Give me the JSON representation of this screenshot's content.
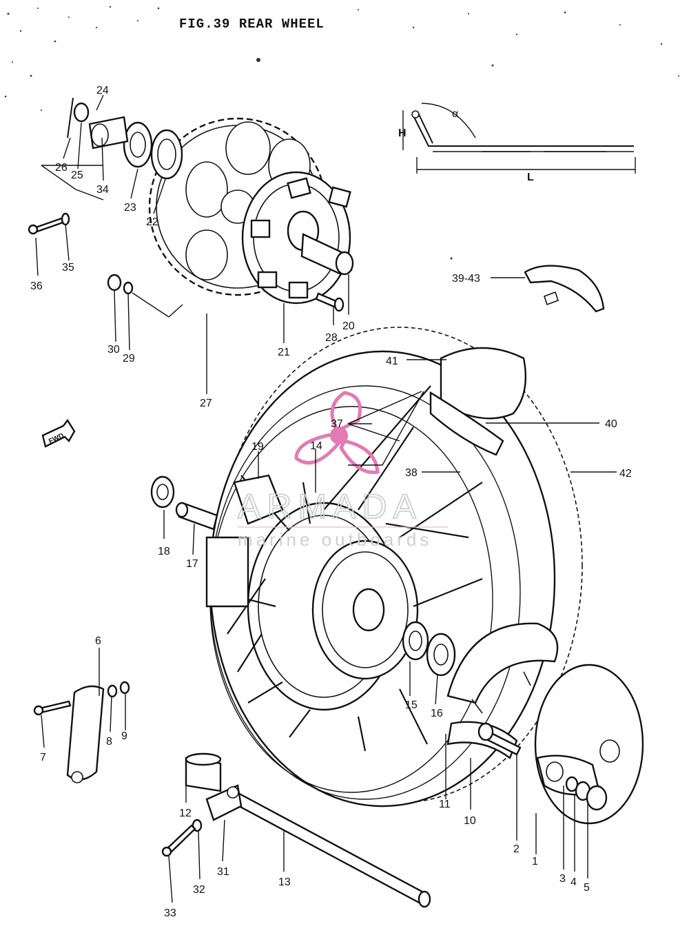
{
  "title": "FIG.39  REAR WHEEL",
  "watermark": {
    "brand": "ARMADA",
    "tagline": "marine outboards",
    "accent_color": "#e27bb3"
  },
  "dimension_labels": {
    "height": "H",
    "length": "L",
    "angle": "α"
  },
  "direction_marker": "FWD",
  "callouts": [
    "1",
    "2",
    "3",
    "4",
    "5",
    "6",
    "7",
    "8",
    "9",
    "10",
    "11",
    "12",
    "13",
    "14",
    "15",
    "16",
    "17",
    "18",
    "19",
    "20",
    "21",
    "22",
    "23",
    "24",
    "25",
    "26",
    "27",
    "28",
    "29",
    "30",
    "31",
    "32",
    "33",
    "34",
    "35",
    "36",
    "37",
    "38",
    "39-43",
    "40",
    "41",
    "42"
  ]
}
